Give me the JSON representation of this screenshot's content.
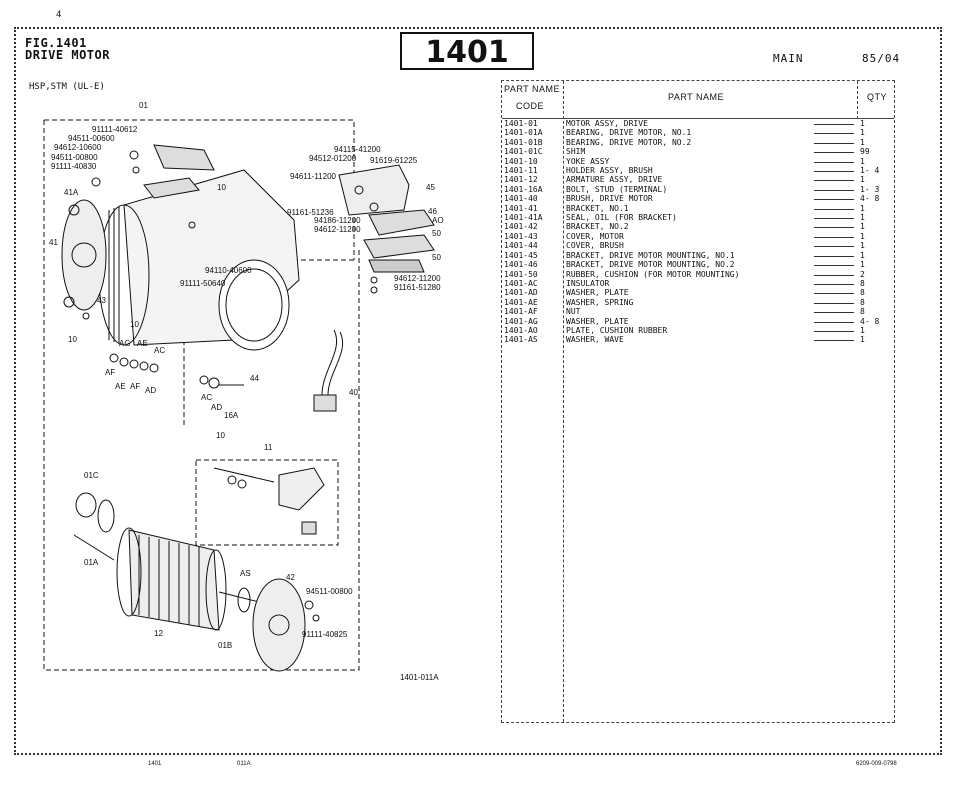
{
  "page": {
    "corner_number": "4",
    "fig_no": "FIG.1401",
    "fig_title": "DRIVE MOTOR",
    "section_number": "1401",
    "section": "MAIN",
    "date": "85/04",
    "model": "HSP,STM (UL-E)",
    "footer_left": "1401",
    "footer_mid": "011A",
    "footer_right": "6209-009-0798"
  },
  "diagram": {
    "drawing_id": "1401-011A",
    "labels": {
      "l01": "01",
      "l10a": "10",
      "l10b": "10",
      "l10c": "10",
      "l10d": "10",
      "l41A": "41A",
      "l41": "41",
      "l43": "43",
      "lAG": "AG",
      "lAE": "AE",
      "lAC": "AC",
      "lAF": "AF",
      "lAE2": "AE",
      "lAF2": "AF",
      "lAD": "AD",
      "lAC2": "AC",
      "lAD2": "AD",
      "l16A": "16A",
      "l44": "44",
      "l40": "40",
      "l45": "45",
      "l46": "46",
      "lAO": "AO",
      "l50a": "50",
      "l50b": "50",
      "l11": "11",
      "l01C": "01C",
      "l01A": "01A",
      "l12": "12",
      "l01B": "01B",
      "lAS": "AS",
      "l42": "42",
      "p1": "91111-40612",
      "p2": "94511-00600",
      "p3": "94612-10600",
      "p4": "94511-00800",
      "p5": "91111-40830",
      "p6": "94115-41200",
      "p7": "94512-01200",
      "p8": "91619-61225",
      "p9": "94611-11200",
      "p10": "91161-51236",
      "p11": "94186-11200",
      "p12": "94612-11200",
      "p13": "94110-40600",
      "p14": "91111-50640",
      "p15": "94612-11200",
      "p16": "91161-51280",
      "p17": "94511-00800",
      "p18": "91111-40825"
    }
  },
  "table": {
    "header_code_1": "PART NAME",
    "header_code_2": "CODE",
    "header_name": "PART  NAME",
    "header_qty": "QTY",
    "rows": [
      {
        "code": "1401-01",
        "name": "MOTOR ASSY, DRIVE",
        "qty": "1"
      },
      {
        "code": "1401-01A",
        "name": "BEARING, DRIVE MOTOR, NO.1",
        "qty": "1"
      },
      {
        "code": "1401-01B",
        "name": "BEARING, DRIVE MOTOR, NO.2",
        "qty": "1"
      },
      {
        "code": "1401-01C",
        "name": "SHIM",
        "qty": "99"
      },
      {
        "code": "1401-10",
        "name": "YOKE ASSY",
        "qty": "1"
      },
      {
        "code": "1401-11",
        "name": "HOLDER ASSY, BRUSH",
        "qty": "1- 4"
      },
      {
        "code": "1401-12",
        "name": "ARMATURE ASSY, DRIVE",
        "qty": "1"
      },
      {
        "code": "1401-16A",
        "name": "BOLT, STUD (TERMINAL)",
        "qty": "1- 3"
      },
      {
        "code": "1401-40",
        "name": "BRUSH, DRIVE MOTOR",
        "qty": "4- 8"
      },
      {
        "code": "1401-41",
        "name": "BRACKET, NO.1",
        "qty": "1"
      },
      {
        "code": "1401-41A",
        "name": "SEAL, OIL (FOR BRACKET)",
        "qty": "1"
      },
      {
        "code": "1401-42",
        "name": "BRACKET, NO.2",
        "qty": "1"
      },
      {
        "code": "1401-43",
        "name": "COVER, MOTOR",
        "qty": "1"
      },
      {
        "code": "1401-44",
        "name": "COVER, BRUSH",
        "qty": "1"
      },
      {
        "code": "1401-45",
        "name": "BRACKET, DRIVE MOTOR MOUNTING, NO.1",
        "qty": "1"
      },
      {
        "code": "1401-46",
        "name": "BRACKET, DRIVE MOTOR MOUNTING, NO.2",
        "qty": "1"
      },
      {
        "code": "1401-50",
        "name": "RUBBER, CUSHION (FOR MOTOR MOUNTING)",
        "qty": "2"
      },
      {
        "code": "1401-AC",
        "name": "INSULATOR",
        "qty": "8"
      },
      {
        "code": "1401-AD",
        "name": "WASHER, PLATE",
        "qty": "8"
      },
      {
        "code": "1401-AE",
        "name": "WASHER, SPRING",
        "qty": "8"
      },
      {
        "code": "1401-AF",
        "name": "NUT",
        "qty": "8"
      },
      {
        "code": "1401-AG",
        "name": "WASHER, PLATE",
        "qty": "4- 8"
      },
      {
        "code": "1401-AO",
        "name": "PLATE, CUSHION RUBBER",
        "qty": "1"
      },
      {
        "code": "1401-AS",
        "name": "WASHER, WAVE",
        "qty": "1"
      }
    ]
  }
}
